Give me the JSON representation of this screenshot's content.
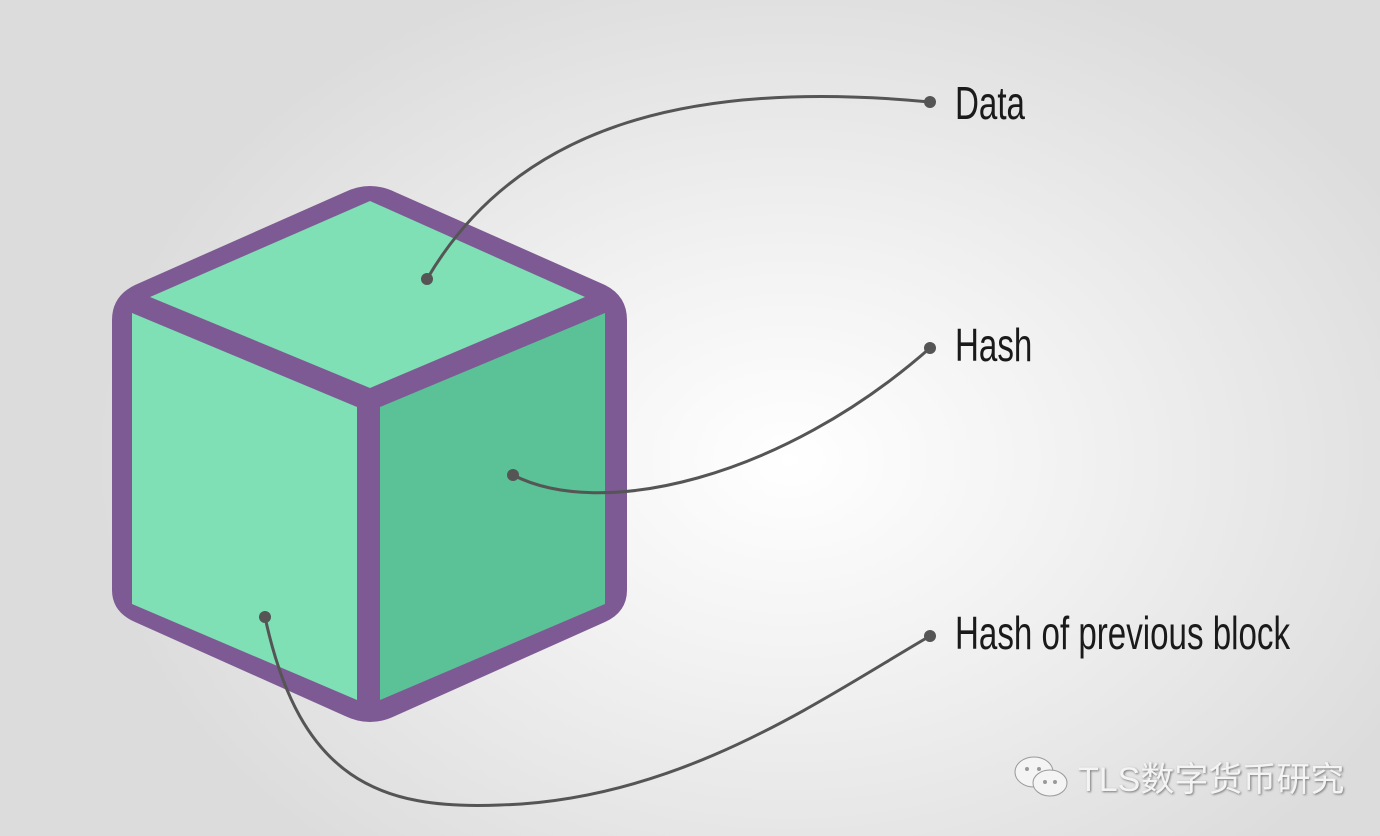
{
  "labels": {
    "data": "Data",
    "hash": "Hash",
    "prev_hash": "Hash of previous block"
  },
  "watermark": "TLS数字货币研究",
  "colors": {
    "outline": "#7e5a94",
    "top_face": "#7fdfb5",
    "left_face": "#7fdfb5",
    "right_face": "#5bc196",
    "connector": "#555555"
  }
}
